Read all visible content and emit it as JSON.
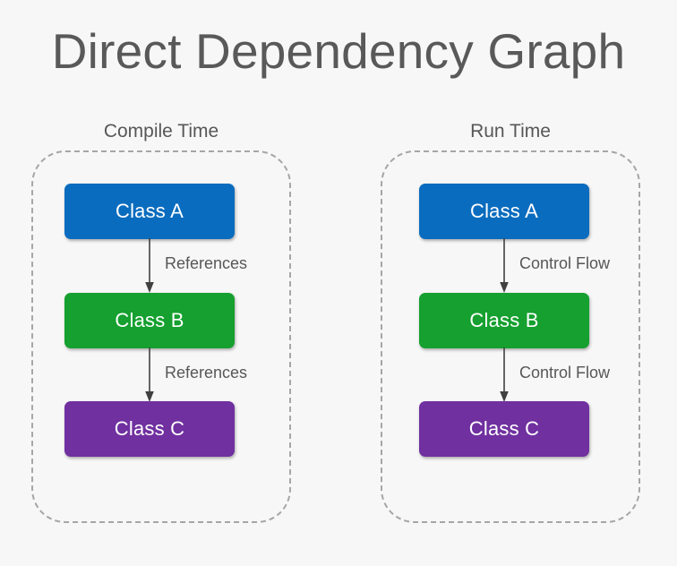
{
  "page": {
    "title": "Direct Dependency Graph",
    "background_color": "#f7f7f7",
    "title_color": "#595959"
  },
  "colors": {
    "class_a": "#0a6cbe",
    "class_b": "#15a02f",
    "class_c": "#7030a0",
    "arrow": "#404040",
    "dashed_border": "#a6a6a6",
    "label_text": "#575757"
  },
  "groups": [
    {
      "id": "compile-time",
      "label": "Compile Time",
      "nodes": [
        {
          "id": "compile-class-a",
          "label": "Class A",
          "color_key": "class_a"
        },
        {
          "id": "compile-class-b",
          "label": "Class B",
          "color_key": "class_b"
        },
        {
          "id": "compile-class-c",
          "label": "Class C",
          "color_key": "class_c"
        }
      ],
      "edges": [
        {
          "id": "compile-edge-1",
          "from": "Class A",
          "to": "Class B",
          "label": "References"
        },
        {
          "id": "compile-edge-2",
          "from": "Class B",
          "to": "Class C",
          "label": "References"
        }
      ]
    },
    {
      "id": "run-time",
      "label": "Run Time",
      "nodes": [
        {
          "id": "run-class-a",
          "label": "Class A",
          "color_key": "class_a"
        },
        {
          "id": "run-class-b",
          "label": "Class B",
          "color_key": "class_b"
        },
        {
          "id": "run-class-c",
          "label": "Class C",
          "color_key": "class_c"
        }
      ],
      "edges": [
        {
          "id": "run-edge-1",
          "from": "Class A",
          "to": "Class B",
          "label": "Control Flow"
        },
        {
          "id": "run-edge-2",
          "from": "Class B",
          "to": "Class C",
          "label": "Control Flow"
        }
      ]
    }
  ]
}
